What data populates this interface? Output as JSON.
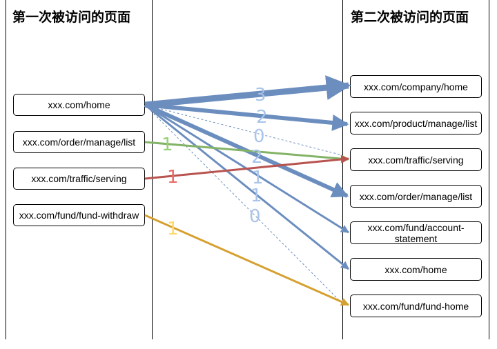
{
  "left_column": {
    "title": "第一次被访问的页面",
    "pages": [
      "xxx.com/home",
      "xxx.com/order/manage/list",
      "xxx.com/traffic/serving",
      "xxx.com/fund/fund-withdraw"
    ]
  },
  "right_column": {
    "title": "第二次被访问的页面",
    "pages": [
      "xxx.com/company/home",
      "xxx.com/product/manage/list",
      "xxx.com/traffic/serving",
      "xxx.com/order/manage/list",
      "xxx.com/fund/account-statement",
      "xxx.com/home",
      "xxx.com/fund/fund-home"
    ]
  },
  "colors": {
    "blue": "#6C8EBF",
    "green": "#82B366",
    "red": "#B85450",
    "orange": "#D6A030",
    "blue_label": "#A9C4EB",
    "green_label": "#97D077",
    "red_label": "#EA6B66",
    "orange_label": "#FFD966"
  },
  "transitions": [
    {
      "from": "xxx.com/home",
      "to": "xxx.com/company/home",
      "count": "3",
      "color": "blue"
    },
    {
      "from": "xxx.com/home",
      "to": "xxx.com/product/manage/list",
      "count": "2",
      "color": "blue"
    },
    {
      "from": "xxx.com/home",
      "to": "xxx.com/traffic/serving",
      "count": "0",
      "color": "blue"
    },
    {
      "from": "xxx.com/home",
      "to": "xxx.com/order/manage/list",
      "count": "2",
      "color": "blue"
    },
    {
      "from": "xxx.com/home",
      "to": "xxx.com/fund/account-statement",
      "count": "1",
      "color": "blue"
    },
    {
      "from": "xxx.com/home",
      "to": "xxx.com/home",
      "count": "1",
      "color": "blue"
    },
    {
      "from": "xxx.com/home",
      "to": "xxx.com/fund/fund-home",
      "count": "0",
      "color": "blue"
    },
    {
      "from": "xxx.com/order/manage/list",
      "to": "xxx.com/traffic/serving",
      "count": "1",
      "color": "green"
    },
    {
      "from": "xxx.com/traffic/serving",
      "to": "xxx.com/traffic/serving",
      "count": "1",
      "color": "red"
    },
    {
      "from": "xxx.com/fund/fund-withdraw",
      "to": "xxx.com/fund/fund-home",
      "count": "1",
      "color": "orange"
    }
  ]
}
